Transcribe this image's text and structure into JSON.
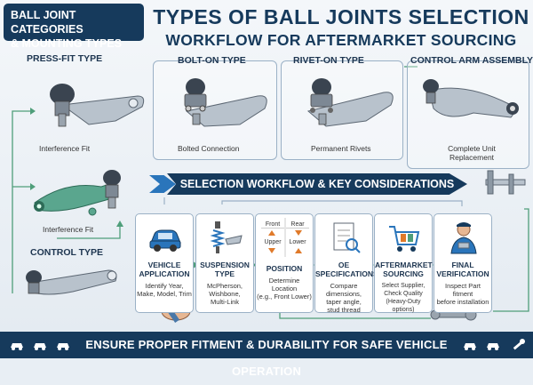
{
  "header": {
    "category_banner_line1": "BALL JOINT CATEGORIES",
    "category_banner_line2": "& MOUNTING TYPES",
    "title_line1": "TYPES OF BALL JOINTS SELECTION",
    "title_line2": "WORKFLOW FOR AFTERMARKET SOURCING"
  },
  "types": {
    "press_fit": {
      "label": "PRESS-FIT TYPE",
      "caption": "Interference Fit"
    },
    "bolt_on": {
      "label": "BOLT-ON TYPE",
      "caption": "Bolted Connection"
    },
    "rivet_on": {
      "label": "RIVET-ON TYPE",
      "caption": "Permanent Rivets"
    },
    "control_arm": {
      "label": "CONTROL ARM ASSEMBLY",
      "caption_line1": "Complete Unit",
      "caption_line2": "Replacement"
    },
    "interference_caption": "Interference Fit",
    "control_type": {
      "label": "CONTROL TYPE"
    }
  },
  "workflow": {
    "banner": "SELECTION WORKFLOW & KEY CONSIDERATIONS",
    "steps": [
      {
        "title_line1": "VEHICLE",
        "title_line2": "APPLICATION",
        "title_line3": "",
        "desc_line1": "Identify Year,",
        "desc_line2": "Make, Model, Trim",
        "desc_line3": ""
      },
      {
        "title_line1": "SUSPENSION",
        "title_line2": "TYPE",
        "title_line3": "",
        "desc_line1": "McPherson,",
        "desc_line2": "Wishbone,",
        "desc_line3": "Multi-Link"
      },
      {
        "title_line1": "POSITION",
        "title_line2": "",
        "title_line3": "",
        "desc_line1": "Determine Location",
        "desc_line2": "(e.g., Front Lower)",
        "desc_line3": ""
      },
      {
        "title_line1": "OE",
        "title_line2": "SPECIFICATIONS",
        "title_line3": "",
        "desc_line1": "Compare dimensions,",
        "desc_line2": "taper angle,",
        "desc_line3": "stud thread"
      },
      {
        "title_line1": "AFTERMARKET",
        "title_line2": "SOURCING",
        "title_line3": "",
        "desc_line1": "Select Supplier,",
        "desc_line2": "Check Quality",
        "desc_line3": "(Heavy-Duty options)"
      },
      {
        "title_line1": "FINAL",
        "title_line2": "VERIFICATION",
        "title_line3": "",
        "desc_line1": "Inspect Part fitment",
        "desc_line2": "before installation",
        "desc_line3": ""
      }
    ],
    "position_grid": {
      "front": "Front",
      "rear": "Rear",
      "upper": "Upper",
      "lower": "Lower"
    }
  },
  "footer": {
    "text": "ENSURE PROPER FITMENT & DURABILITY FOR SAFE VEHICLE OPERATION"
  },
  "colors": {
    "navy": "#163a5c",
    "accent_blue": "#2a75bb",
    "arm_gray": "#b8c2cc",
    "arm_green": "#5aa68e",
    "connector_green": "#4f9e7a"
  }
}
